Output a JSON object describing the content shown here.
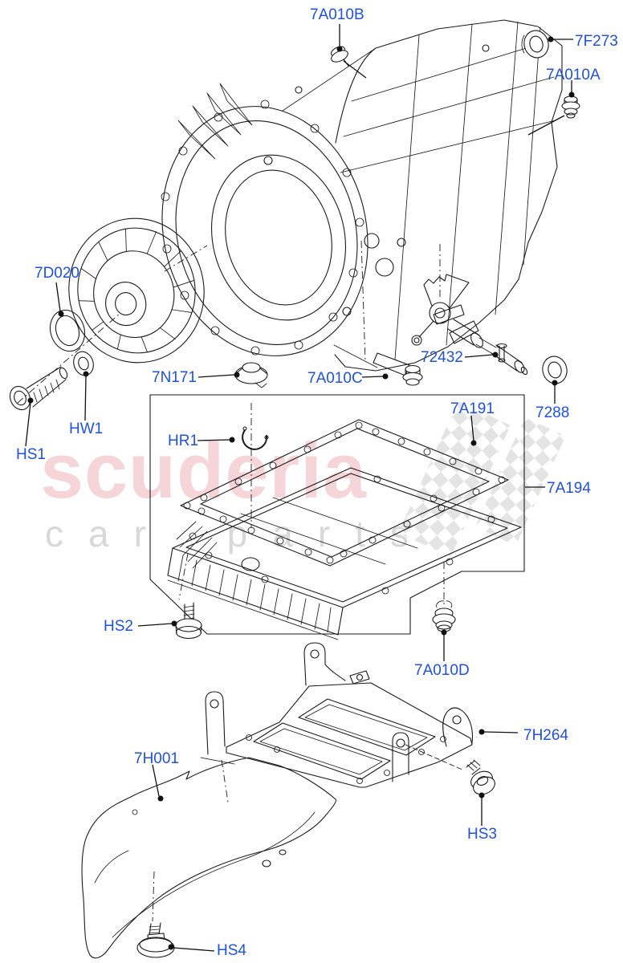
{
  "watermark": {
    "brand": "scuderia",
    "subtitle": "car parts"
  },
  "colors": {
    "label_blue": "#2151d6",
    "line": "#1b1b1b",
    "watermark_pink": "rgba(205,45,62,0.20)",
    "checker_gray": "#e4e4e4"
  },
  "labels": [
    {
      "id": "7A010B",
      "text": "7A010B"
    },
    {
      "id": "7F273",
      "text": "7F273"
    },
    {
      "id": "7A010A",
      "text": "7A010A"
    },
    {
      "id": "7D020",
      "text": "7D020"
    },
    {
      "id": "72432",
      "text": "72432"
    },
    {
      "id": "7N171",
      "text": "7N171"
    },
    {
      "id": "7A010C",
      "text": "7A010C"
    },
    {
      "id": "7A191",
      "text": "7A191"
    },
    {
      "id": "7288",
      "text": "7288"
    },
    {
      "id": "HW1",
      "text": "HW1"
    },
    {
      "id": "HR1",
      "text": "HR1"
    },
    {
      "id": "HS1",
      "text": "HS1"
    },
    {
      "id": "7A194",
      "text": "7A194"
    },
    {
      "id": "HS2",
      "text": "HS2"
    },
    {
      "id": "7A010D",
      "text": "7A010D"
    },
    {
      "id": "7H264",
      "text": "7H264"
    },
    {
      "id": "7H001",
      "text": "7H001"
    },
    {
      "id": "HS3",
      "text": "HS3"
    },
    {
      "id": "HS4",
      "text": "HS4"
    }
  ]
}
